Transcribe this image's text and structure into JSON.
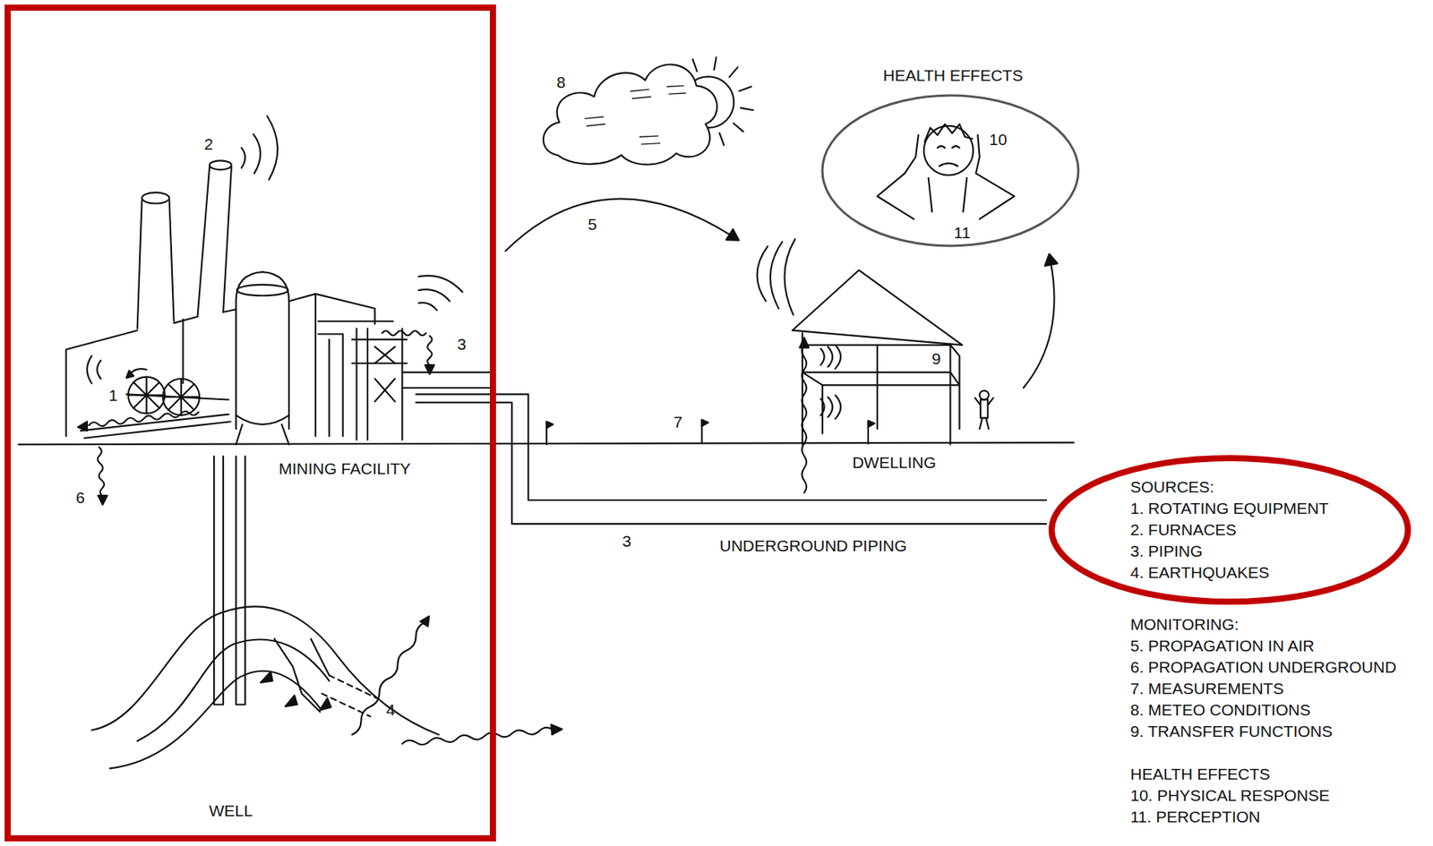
{
  "diagram": {
    "nodes": [
      {
        "text": [
          "2",
          "3",
          "1",
          "MINING FACILITY",
          "6",
          "4",
          "WELL"
        ]
      },
      {
        "text": [
          "HEALTH EFFECTS",
          "10",
          "11"
        ]
      },
      {
        "text": [
          "SOURCES:",
          "1. ROTATING EQUIPMENT",
          "2. FURNACES",
          "3. PIPING",
          "4. EARTHQUAKES"
        ]
      }
    ],
    "labels": [
      "8",
      "5",
      "9",
      "7",
      "DWELLING",
      "3",
      "UNDERGROUND PIPING",
      "MONITORING:",
      "5. PROPAGATION IN AIR",
      "6. PROPAGATION UNDERGROUND",
      "7. MEASUREMENTS",
      "8. METEO CONDITIONS",
      "9. TRANSFER FUNCTIONS",
      "HEALTH EFFECTS",
      "10. PHYSICAL RESPONSE",
      "11. PERCEPTION"
    ]
  }
}
